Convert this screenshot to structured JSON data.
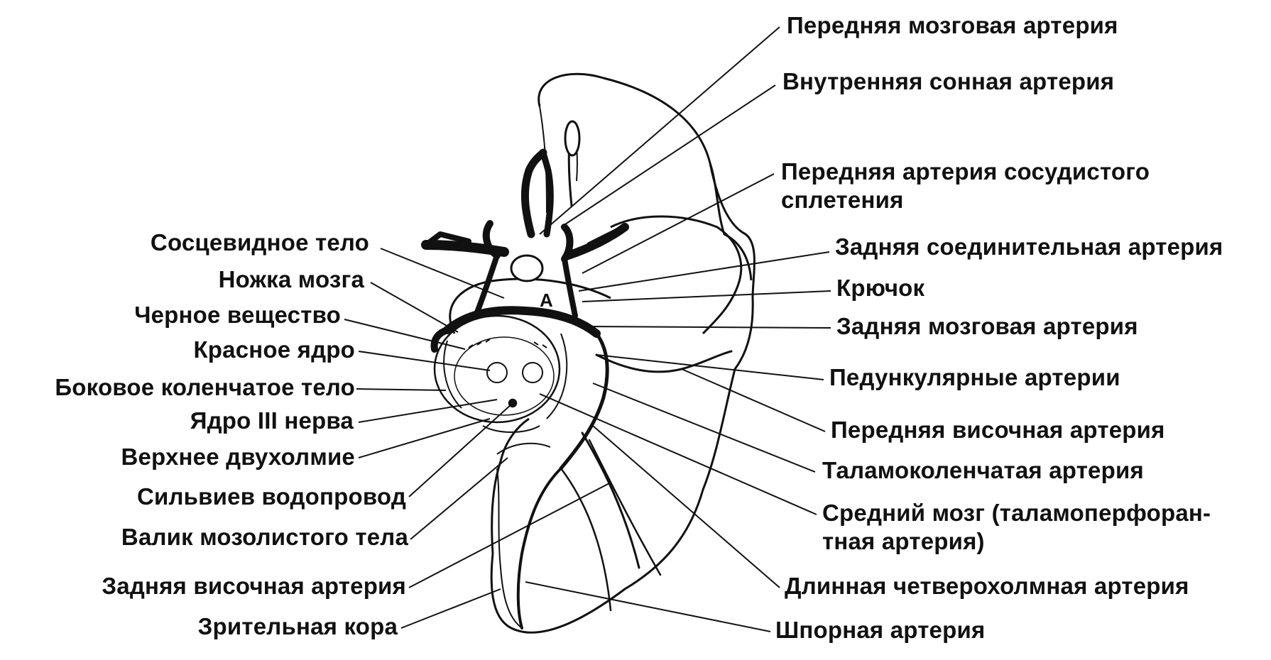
{
  "diagram": {
    "left_labels": [
      {
        "id": "mammillary",
        "text": "Сосцевидное тело"
      },
      {
        "id": "cerebral-peduncle",
        "text": "Ножка мозга"
      },
      {
        "id": "substantia-nigra",
        "text": "Черное вещество"
      },
      {
        "id": "red-nucleus",
        "text": "Красное ядро"
      },
      {
        "id": "lateral-geniculate",
        "text": "Боковое коленчатое тело"
      },
      {
        "id": "oculomotor-nucleus",
        "text": "Ядро III нерва"
      },
      {
        "id": "superior-colliculus",
        "text": "Верхнее двухолмие"
      },
      {
        "id": "aqueduct",
        "text": "Сильвиев водопровод"
      },
      {
        "id": "splenium",
        "text": "Валик мозолистого тела"
      },
      {
        "id": "posterior-temporal",
        "text": "Задняя височная артерия"
      },
      {
        "id": "visual-cortex",
        "text": "Зрительная кора"
      }
    ],
    "right_labels": [
      {
        "id": "anterior-cerebral",
        "text": "Передняя мозговая артерия"
      },
      {
        "id": "internal-carotid",
        "text": "Внутренняя сонная артерия"
      },
      {
        "id": "anterior-choroidal",
        "text": "Передняя артерия сосудистого",
        "text2": "сплетения"
      },
      {
        "id": "posterior-communicating",
        "text": "Задняя соединительная артерия"
      },
      {
        "id": "uncus",
        "text": "Крючок"
      },
      {
        "id": "posterior-cerebral",
        "text": "Задняя мозговая артерия"
      },
      {
        "id": "peduncular",
        "text": "Педункулярные артерии"
      },
      {
        "id": "anterior-temporal",
        "text": "Передняя височная артерия"
      },
      {
        "id": "thalamogeniculate",
        "text": "Таламоколенчатая артерия"
      },
      {
        "id": "midbrain",
        "text": "Средний мозг (таламоперфоран-",
        "text2": "тная артерия)"
      },
      {
        "id": "long-quadrigeminal",
        "text": "Длинная четверохолмная артерия"
      },
      {
        "id": "calcarine",
        "text": "Шпорная артерия"
      }
    ],
    "inset_letter": "A"
  }
}
